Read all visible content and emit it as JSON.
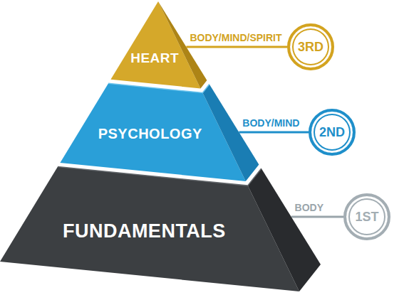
{
  "diagram": {
    "nodes": [
      {
        "text": [
          "HEART"
        ]
      },
      {
        "text": [
          "3RD"
        ]
      },
      {
        "text": [
          "PSYCHOLOGY"
        ]
      },
      {
        "text": [
          "2ND"
        ]
      },
      {
        "text": [
          "FUNDAMENTALS"
        ]
      },
      {
        "text": [
          "1ST"
        ]
      }
    ],
    "edges": [
      {
        "from": 0,
        "to": 1,
        "label": "BODY/MIND/SPIRIT",
        "arrow": "none"
      },
      {
        "from": 2,
        "to": 3,
        "label": "BODY/MIND",
        "arrow": "none"
      },
      {
        "from": 4,
        "to": 5,
        "label": "BODY",
        "arrow": "none"
      }
    ]
  }
}
